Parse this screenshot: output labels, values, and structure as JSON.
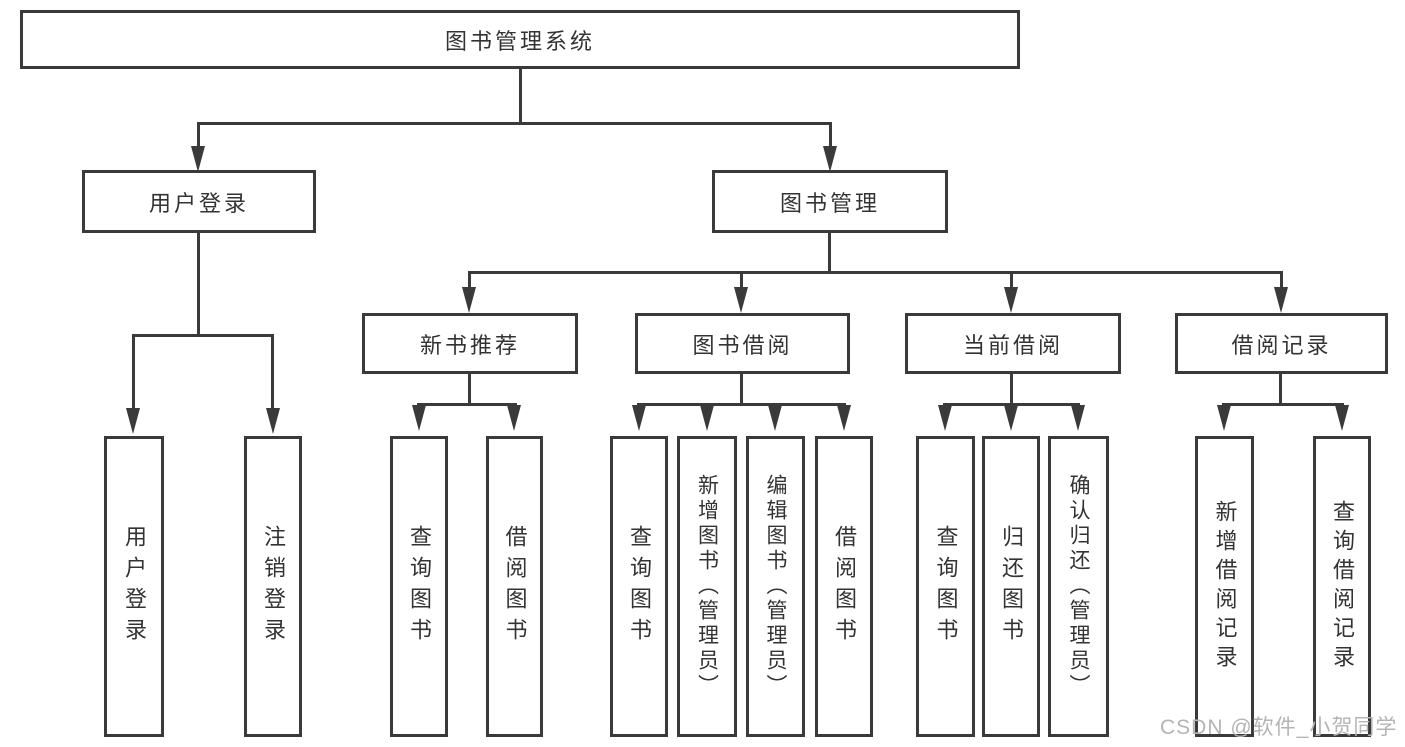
{
  "diagram": {
    "root": {
      "label": "图书管理系统"
    },
    "branches": [
      {
        "label": "用户登录",
        "children": [
          {
            "label": "用户登录"
          },
          {
            "label": "注销登录"
          }
        ]
      },
      {
        "label": "图书管理",
        "children": [
          {
            "label": "新书推荐",
            "children": [
              {
                "label": "查询图书"
              },
              {
                "label": "借阅图书"
              }
            ]
          },
          {
            "label": "图书借阅",
            "children": [
              {
                "label": "查询图书"
              },
              {
                "label": "新增图书（管理员）"
              },
              {
                "label": "编辑图书（管理员）"
              },
              {
                "label": "借阅图书"
              }
            ]
          },
          {
            "label": "当前借阅",
            "children": [
              {
                "label": "查询图书"
              },
              {
                "label": "归还图书"
              },
              {
                "label": "确认归还（管理员）"
              }
            ]
          },
          {
            "label": "借阅记录",
            "children": [
              {
                "label": "新增借阅记录"
              },
              {
                "label": "查询借阅记录"
              }
            ]
          }
        ]
      }
    ]
  },
  "watermark": {
    "text": "CSDN @软件_小贺同学"
  },
  "colors": {
    "line": "#3a3a3a",
    "text": "#333333",
    "box_background": "#ffffff",
    "watermark": "#b4b4b4"
  }
}
